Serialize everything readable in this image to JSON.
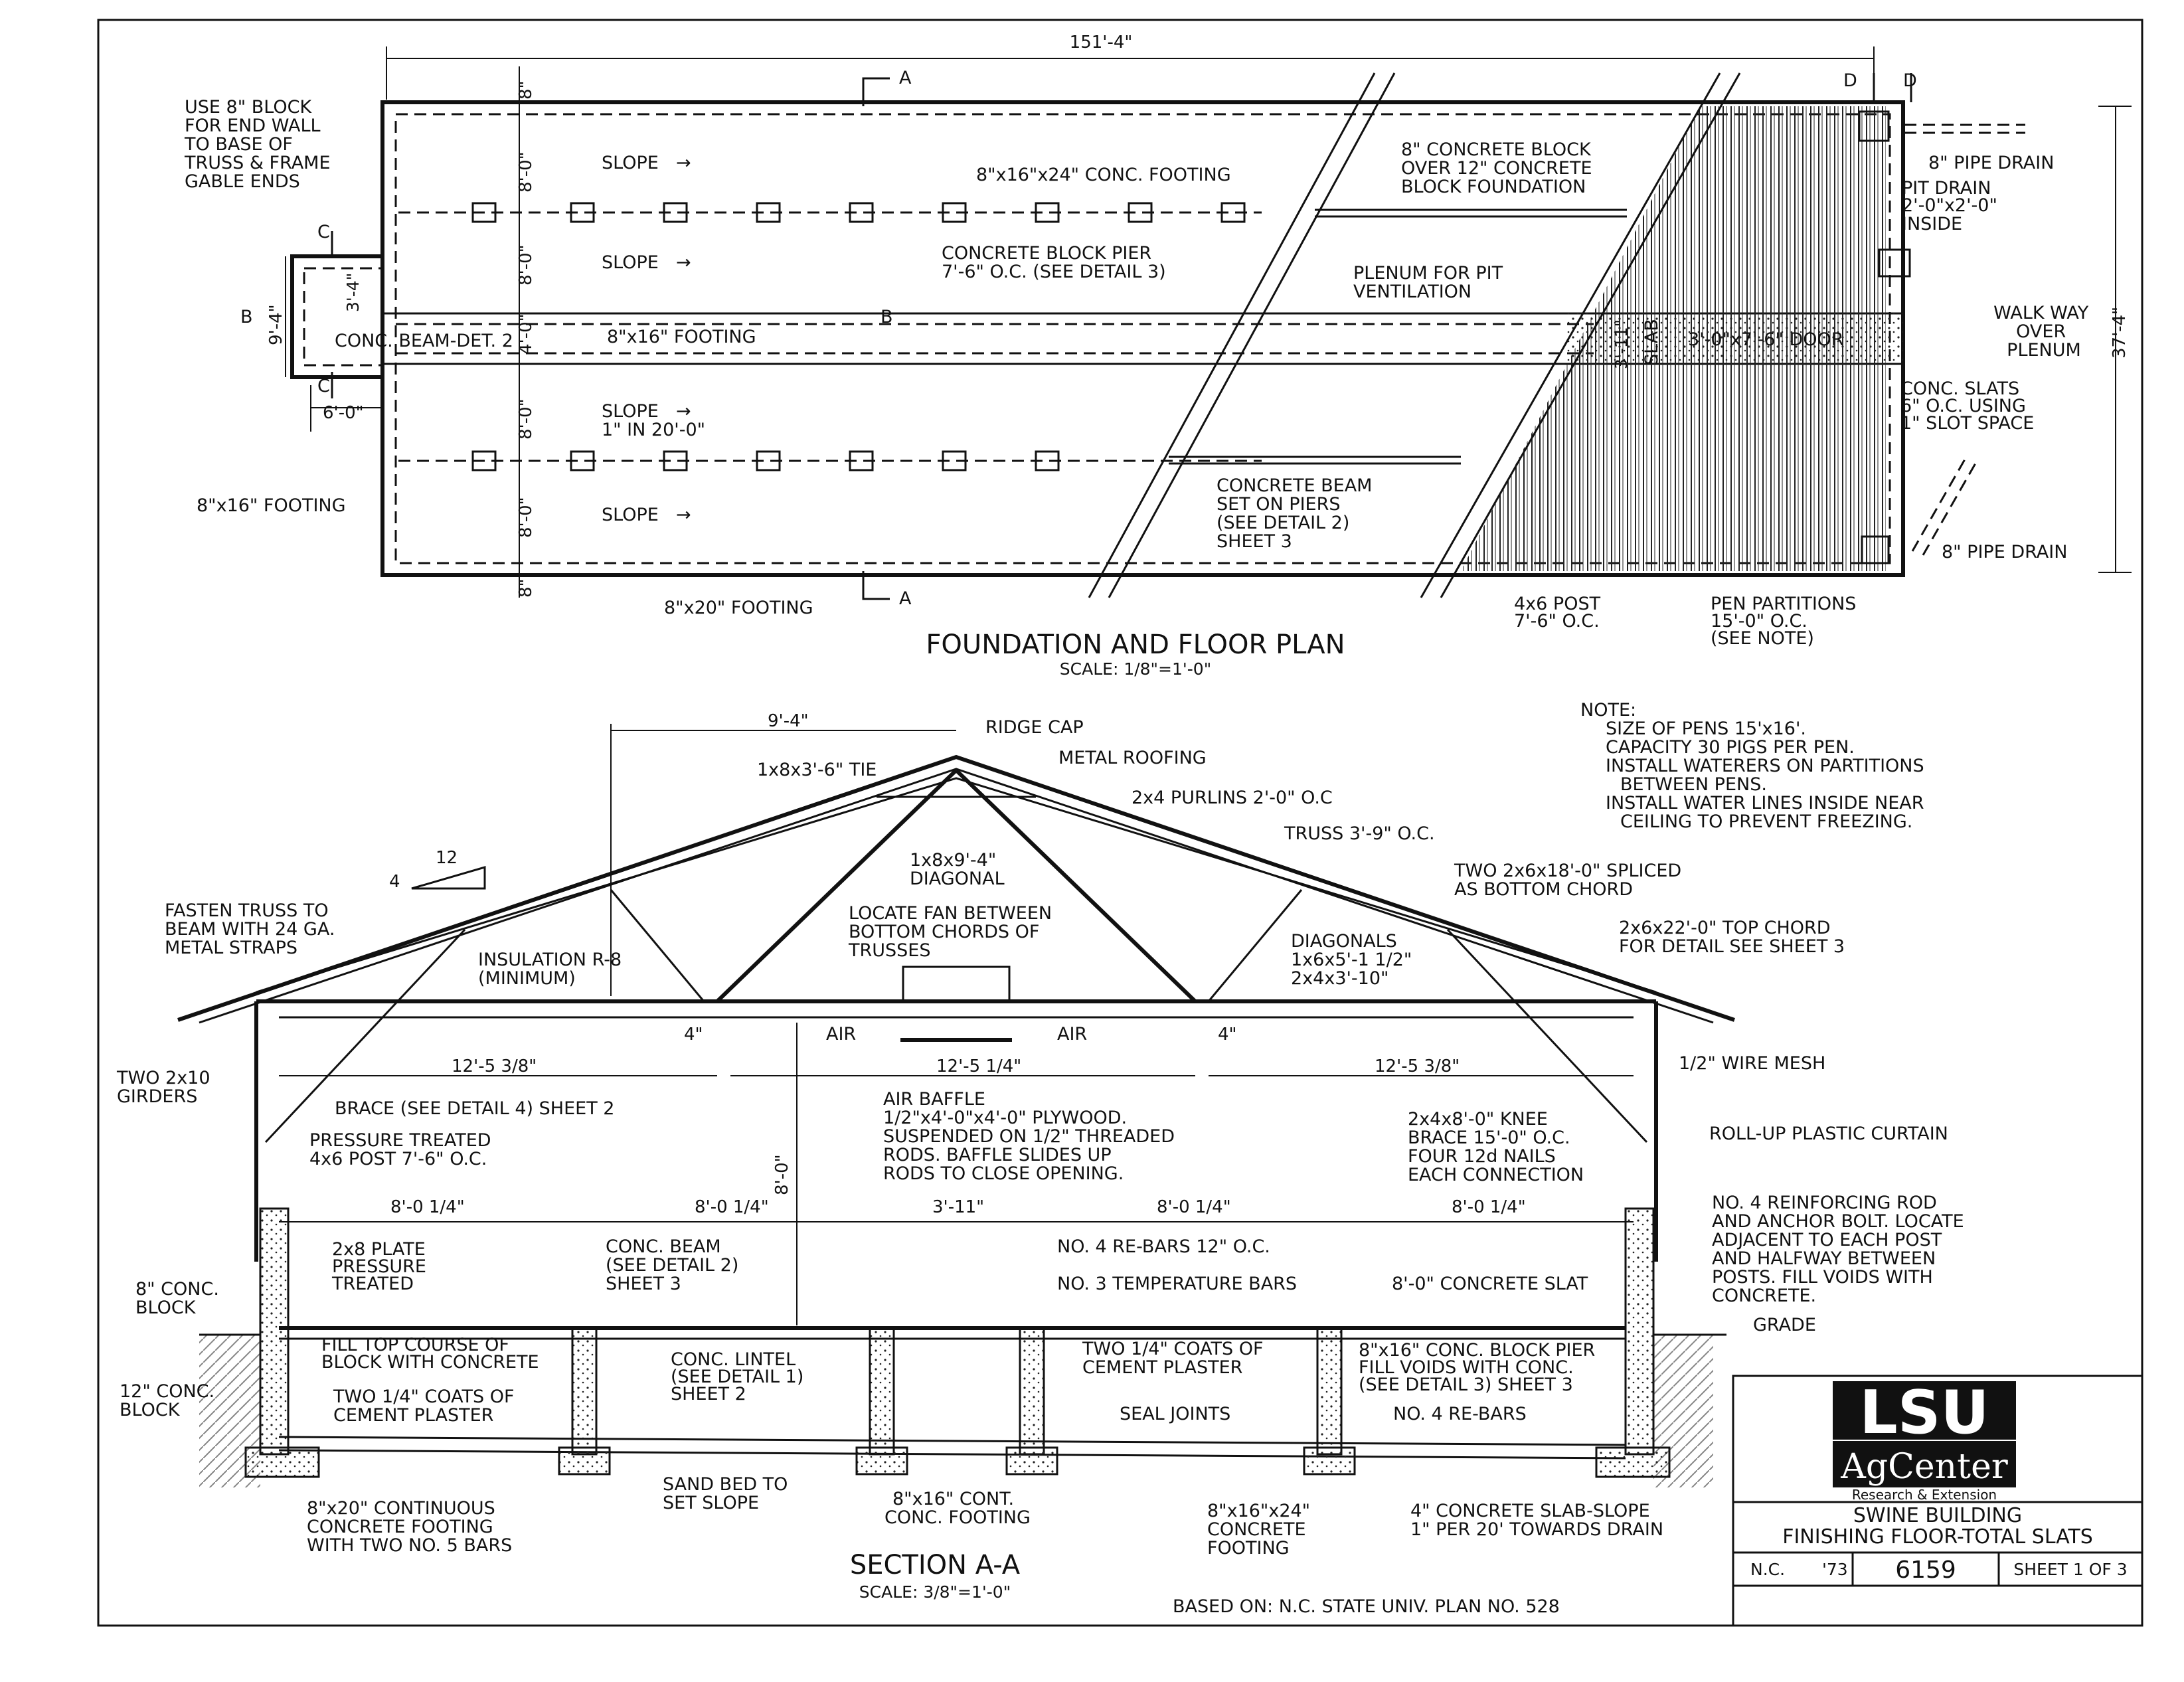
{
  "plan": {
    "title": "FOUNDATION AND FLOOR PLAN",
    "scale": "SCALE: 1/8\"=1'-0\"",
    "overall_dim": "151'-4\"",
    "width_dim": "37'-4\"",
    "dims": [
      "8\"",
      "8'-0\"",
      "8'-0\"",
      "4'-0\"",
      "8'-0\"",
      "8'-0\"",
      "8\"",
      "9'-4\"",
      "3'-4\"",
      "6'-0\"",
      "3'-11\""
    ],
    "labels": {
      "end_wall": [
        "USE 8\" BLOCK",
        "FOR END WALL",
        "TO BASE OF",
        "TRUSS & FRAME",
        "GABLE ENDS"
      ],
      "slope": "SLOPE",
      "slope_rate": "1\" IN 20'-0\"",
      "conc_footing": "8\"x16\"x24\" CONC. FOOTING",
      "pier": [
        "CONCRETE BLOCK PIER",
        "7'-6\" O.C. (SEE DETAIL 3)"
      ],
      "block_over": [
        "8\" CONCRETE BLOCK",
        "OVER 12\" CONCRETE",
        "BLOCK FOUNDATION"
      ],
      "plenum": [
        "PLENUM FOR PIT",
        "VENTILATION"
      ],
      "beam_det": "CONC. BEAM-DET. 2",
      "footing_816": "8\"x16\" FOOTING",
      "footing_816_left": "8\"x16\" FOOTING",
      "footing_820": "8\"x20\" FOOTING",
      "conc_beam": [
        "CONCRETE BEAM",
        "SET ON PIERS",
        "(SEE DETAIL 2)",
        "SHEET 3"
      ],
      "slab": "SLAB",
      "door": "3'-0\"x7'-6\" DOOR",
      "pipe_drain": "8\" PIPE DRAIN",
      "pit_drain": [
        "PIT DRAIN",
        "2'-0\"x2'-0\"",
        "INSIDE"
      ],
      "walkway": [
        "WALK WAY",
        "OVER",
        "PLENUM"
      ],
      "slats": [
        "CONC. SLATS",
        "6\" O.C. USING",
        "1\" SLOT SPACE"
      ],
      "pipe_drain2": "8\" PIPE DRAIN",
      "post": [
        "4x6 POST",
        "7'-6\" O.C."
      ],
      "partitions": [
        "PEN PARTITIONS",
        "15'-0\" O.C.",
        "(SEE NOTE)"
      ],
      "markers": [
        "A",
        "A",
        "B",
        "B",
        "C",
        "C",
        "D",
        "D"
      ]
    }
  },
  "section": {
    "title": "SECTION A-A",
    "scale": "SCALE: 3/8\"=1'-0\"",
    "top_dims": [
      "9'-4\"",
      "12'-5 3/8\"",
      "12'-5 1/4\"",
      "12'-5 3/8\"",
      "4\"",
      "4\""
    ],
    "bottom_dims": [
      "8'-0 1/4\"",
      "8'-0 1/4\"",
      "3'-11\"",
      "8'-0 1/4\"",
      "8'-0 1/4\""
    ],
    "height_dim": "8'-0\"",
    "pitch": [
      "12",
      "4"
    ],
    "labels": {
      "ridge": "RIDGE CAP",
      "tie": "1x8x3'-6\" TIE",
      "roofing": "METAL ROOFING",
      "purlins": "2x4 PURLINS 2'-0\" O.C",
      "truss": "TRUSS 3'-9\" O.C.",
      "diagonal": [
        "1x8x9'-4\"",
        "DIAGONAL"
      ],
      "fasten": [
        "FASTEN TRUSS TO",
        "BEAM WITH 24 GA.",
        "METAL STRAPS"
      ],
      "fan": [
        "LOCATE FAN BETWEEN",
        "BOTTOM CHORDS OF",
        "TRUSSES"
      ],
      "insulation": [
        "INSULATION R-8",
        "(MINIMUM)"
      ],
      "diagonals": [
        "DIAGONALS",
        "1x6x5'-1 1/2\"",
        "2x4x3'-10\""
      ],
      "bottom_chord": [
        "TWO 2x6x18'-0\" SPLICED",
        "AS BOTTOM CHORD"
      ],
      "top_chord": [
        "2x6x22'-0\" TOP CHORD",
        "FOR DETAIL SEE SHEET 3"
      ],
      "girders": [
        "TWO 2x10",
        "GIRDERS"
      ],
      "air": "AIR",
      "wire_mesh": "1/2\" WIRE MESH",
      "brace": "BRACE (SEE DETAIL 4) SHEET 2",
      "baffle": [
        "AIR BAFFLE",
        "1/2\"x4'-0\"x4'-0\" PLYWOOD.",
        "SUSPENDED ON 1/2\" THREADED",
        "RODS. BAFFLE SLIDES UP",
        "RODS TO CLOSE OPENING."
      ],
      "post_pt": [
        "PRESSURE TREATED",
        "4x6 POST 7'-6\" O.C."
      ],
      "knee": [
        "2x4x8'-0\" KNEE",
        "BRACE 15'-0\" O.C.",
        "FOUR 12d NAILS",
        "EACH CONNECTION"
      ],
      "curtain": "ROLL-UP PLASTIC CURTAIN",
      "plate": [
        "2x8 PLATE",
        "PRESSURE",
        "TREATED"
      ],
      "beam": [
        "CONC. BEAM",
        "(SEE DETAIL 2)",
        "SHEET 3"
      ],
      "rebars12": "NO. 4 RE-BARS 12\" O.C.",
      "temp_bars": "NO. 3 TEMPERATURE BARS",
      "slat": "8'-0\" CONCRETE SLAT",
      "rod": [
        "NO. 4 REINFORCING ROD",
        "AND ANCHOR BOLT. LOCATE",
        "ADJACENT TO EACH POST",
        "AND HALFWAY BETWEEN",
        "POSTS. FILL VOIDS WITH",
        "CONCRETE."
      ],
      "block8": [
        "8\" CONC.",
        "BLOCK"
      ],
      "fill_top": [
        "FILL TOP COURSE OF",
        "BLOCK WITH CONCRETE"
      ],
      "lintel": [
        "CONC. LINTEL",
        "(SEE DETAIL 1)",
        "SHEET 2"
      ],
      "plaster": [
        "TWO 1/4\" COATS OF",
        "CEMENT PLASTER"
      ],
      "pier816": [
        "8\"x16\" CONC. BLOCK PIER",
        "FILL VOIDS WITH CONC.",
        "(SEE DETAIL 3) SHEET 3"
      ],
      "grade": "GRADE",
      "block12": [
        "12\" CONC.",
        "BLOCK"
      ],
      "plaster2": [
        "TWO 1/4\" COATS OF",
        "CEMENT PLASTER"
      ],
      "seal": "SEAL JOINTS",
      "rebars": "NO. 4 RE-BARS",
      "sand": [
        "SAND BED TO",
        "SET SLOPE"
      ],
      "cont_footing": [
        "8\"x20\" CONTINUOUS",
        "CONCRETE FOOTING",
        "WITH TWO NO. 5 BARS"
      ],
      "cont_conc": [
        "8\"x16\" CONT.",
        "CONC. FOOTING"
      ],
      "footing_pier": [
        "8\"x16\"x24\"",
        "CONCRETE",
        "FOOTING"
      ],
      "slab_slope": [
        "4\" CONCRETE SLAB-SLOPE",
        "1\" PER 20' TOWARDS DRAIN"
      ]
    }
  },
  "note": {
    "heading": "NOTE:",
    "lines": [
      "SIZE OF PENS 15'x16'.",
      "CAPACITY 30 PIGS PER PEN.",
      "INSTALL WATERERS ON PARTITIONS",
      "BETWEEN PENS.",
      "INSTALL WATER LINES INSIDE NEAR",
      "CEILING TO PREVENT FREEZING."
    ]
  },
  "title_block": {
    "logo_main": "LSU",
    "logo_sub": "AgCenter",
    "logo_tag": "Research & Extension",
    "title1": "SWINE BUILDING",
    "title2": "FINISHING FLOOR-TOTAL SLATS",
    "origin": "N.C.",
    "year": "'73",
    "plan_no": "6159",
    "sheet": "SHEET 1 OF 3",
    "based_on": "BASED ON: N.C. STATE UNIV. PLAN NO. 528"
  }
}
